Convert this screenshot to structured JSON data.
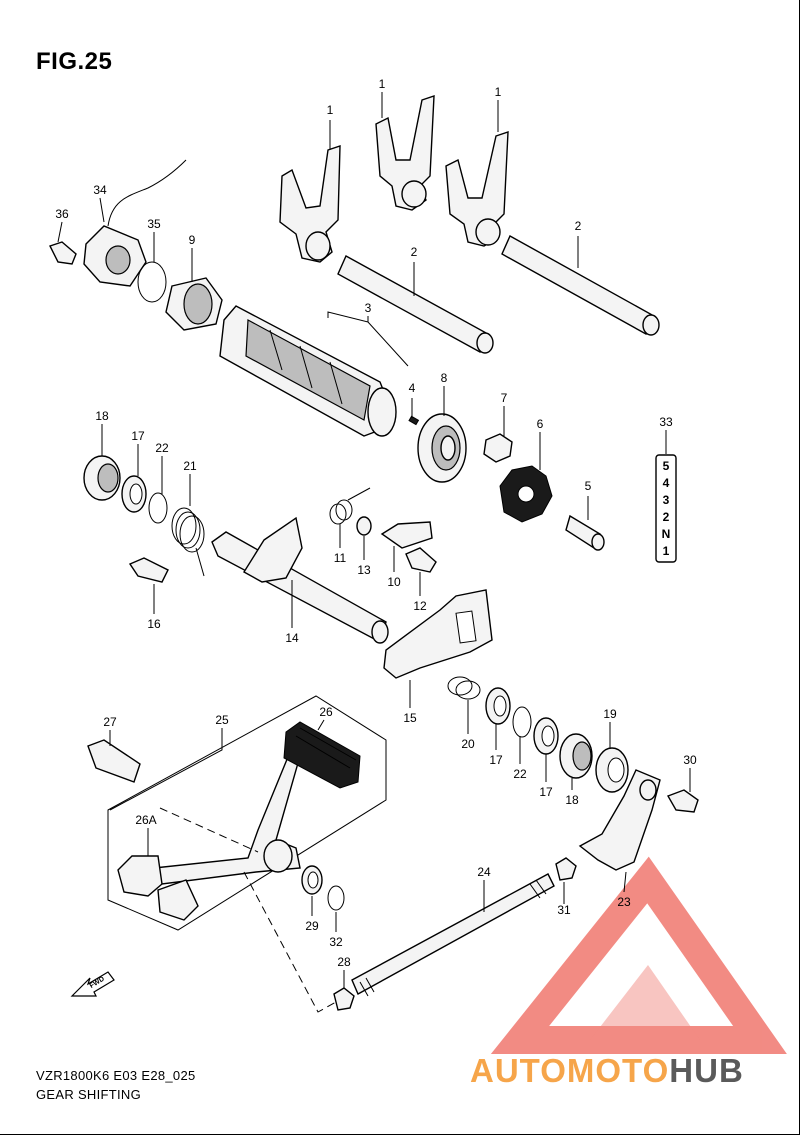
{
  "figure": {
    "title": "FIG.25",
    "code": "VZR1800K6 E03 E28_025",
    "name": "GEAR SHIFTING"
  },
  "watermark": {
    "text_colored": "AUTOMOTO",
    "text_dark": "HUB",
    "color_primary": "#f0776e",
    "color_accent": "#f6a54a",
    "color_dark": "#5a5a5a"
  },
  "gear_indicator": [
    "5",
    "4",
    "3",
    "2",
    "N",
    "1"
  ],
  "fwd_label": "FWD",
  "callouts": [
    {
      "id": "c1a",
      "label": "1"
    },
    {
      "id": "c1b",
      "label": "1"
    },
    {
      "id": "c1c",
      "label": "1"
    },
    {
      "id": "c2a",
      "label": "2"
    },
    {
      "id": "c2b",
      "label": "2"
    },
    {
      "id": "c3",
      "label": "3"
    },
    {
      "id": "c4",
      "label": "4"
    },
    {
      "id": "c5",
      "label": "5"
    },
    {
      "id": "c6",
      "label": "6"
    },
    {
      "id": "c7",
      "label": "7"
    },
    {
      "id": "c8",
      "label": "8"
    },
    {
      "id": "c9",
      "label": "9"
    },
    {
      "id": "c10",
      "label": "10"
    },
    {
      "id": "c11",
      "label": "11"
    },
    {
      "id": "c12",
      "label": "12"
    },
    {
      "id": "c13",
      "label": "13"
    },
    {
      "id": "c14",
      "label": "14"
    },
    {
      "id": "c15",
      "label": "15"
    },
    {
      "id": "c16",
      "label": "16"
    },
    {
      "id": "c17a",
      "label": "17"
    },
    {
      "id": "c17b",
      "label": "17"
    },
    {
      "id": "c17c",
      "label": "17"
    },
    {
      "id": "c18a",
      "label": "18"
    },
    {
      "id": "c18b",
      "label": "18"
    },
    {
      "id": "c19",
      "label": "19"
    },
    {
      "id": "c20",
      "label": "20"
    },
    {
      "id": "c21",
      "label": "21"
    },
    {
      "id": "c22a",
      "label": "22"
    },
    {
      "id": "c22b",
      "label": "22"
    },
    {
      "id": "c23",
      "label": "23"
    },
    {
      "id": "c24",
      "label": "24"
    },
    {
      "id": "c25",
      "label": "25"
    },
    {
      "id": "c26",
      "label": "26"
    },
    {
      "id": "c26a",
      "label": "26A"
    },
    {
      "id": "c27",
      "label": "27"
    },
    {
      "id": "c28",
      "label": "28"
    },
    {
      "id": "c29",
      "label": "29"
    },
    {
      "id": "c30",
      "label": "30"
    },
    {
      "id": "c31",
      "label": "31"
    },
    {
      "id": "c32",
      "label": "32"
    },
    {
      "id": "c33",
      "label": "33"
    },
    {
      "id": "c34",
      "label": "34"
    },
    {
      "id": "c35",
      "label": "35"
    },
    {
      "id": "c36",
      "label": "36"
    }
  ]
}
